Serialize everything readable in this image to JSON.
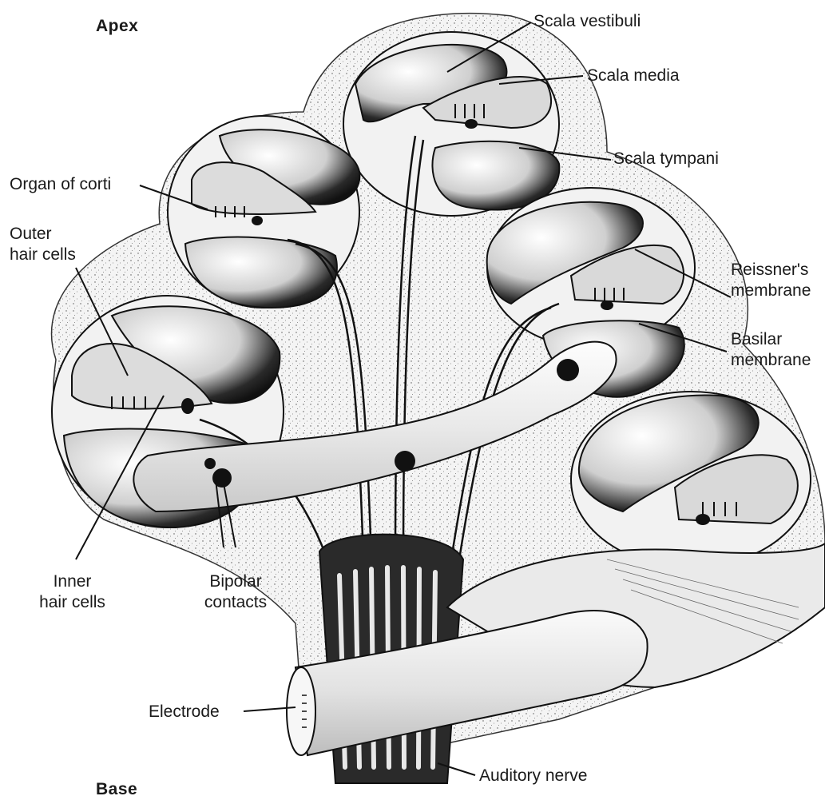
{
  "diagram": {
    "labels": {
      "apex": "Apex",
      "base": "Base",
      "scala_vestibuli": "Scala vestibuli",
      "scala_media": "Scala media",
      "scala_tympani": "Scala tympani",
      "organ_of_corti": "Organ  of corti",
      "outer_hair_cells": "Outer\nhair cells",
      "reissners_membrane": "Reissner's\nmembrane",
      "basilar_membrane": "Basilar\nmembrane",
      "inner_hair_cells": "Inner\nhair cells",
      "bipolar_contacts": "Bipolar\ncontacts",
      "electrode": "Electrode",
      "auditory_nerve": "Auditory nerve"
    },
    "colors": {
      "ink": "#1a1a1a",
      "bone": "#f1f1f1",
      "canal": "#eeeeee",
      "dark": "#161616"
    }
  }
}
